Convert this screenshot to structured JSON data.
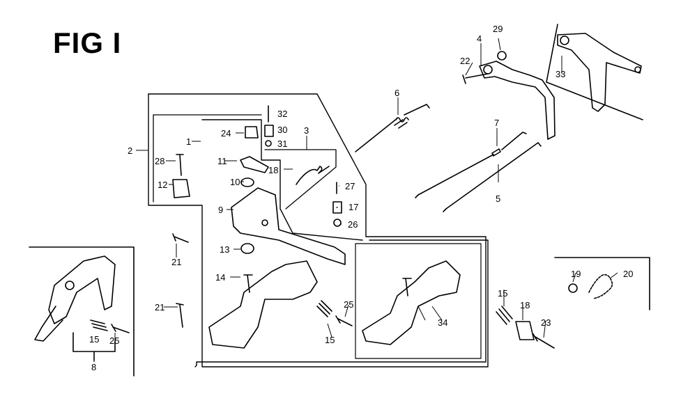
{
  "title": "FIG I",
  "callouts": [
    "1",
    "2",
    "3",
    "4",
    "5",
    "6",
    "7",
    "8",
    "9",
    "10",
    "11",
    "12",
    "13",
    "14",
    "15",
    "15",
    "15",
    "15",
    "17",
    "18",
    "18",
    "19",
    "20",
    "21",
    "21",
    "22",
    "23",
    "24",
    "25",
    "25",
    "25",
    "26",
    "27",
    "28",
    "29",
    "30",
    "31",
    "32",
    "33",
    "34"
  ]
}
